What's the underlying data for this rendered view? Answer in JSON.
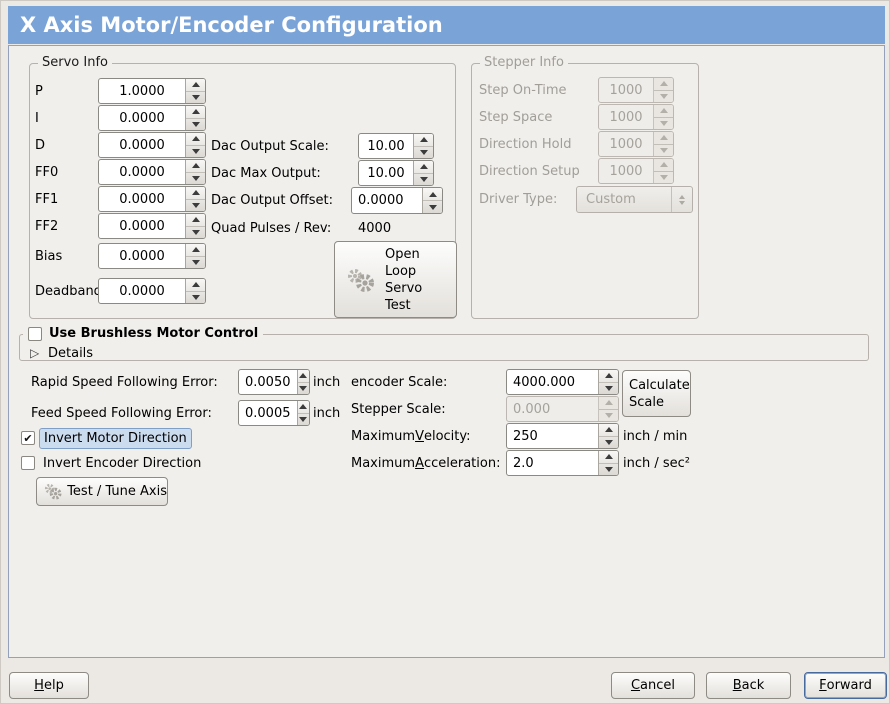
{
  "window": {
    "title": "X Axis Motor/Encoder Configuration"
  },
  "servo_info": {
    "legend": "Servo Info",
    "params": [
      {
        "label": "P",
        "value": "1.0000"
      },
      {
        "label": "I",
        "value": "0.0000"
      },
      {
        "label": "D",
        "value": "0.0000"
      },
      {
        "label": "FF0",
        "value": "0.0000"
      },
      {
        "label": "FF1",
        "value": "0.0000"
      },
      {
        "label": "FF2",
        "value": "0.0000"
      },
      {
        "label": "Bias",
        "value": "0.0000"
      },
      {
        "label": "Deadband",
        "value": "0.0000"
      }
    ],
    "dac_output_scale_label": "Dac Output Scale:",
    "dac_output_scale_value": "10.00",
    "dac_max_output_label": "Dac Max Output:",
    "dac_max_output_value": "10.00",
    "dac_output_offset_label": "Dac Output Offset:",
    "dac_output_offset_value": "0.0000",
    "quad_pulses_label": "Quad Pulses / Rev:",
    "quad_pulses_value": "4000",
    "open_loop_button_label": "Open\nLoop\nServo\nTest"
  },
  "stepper_info": {
    "legend": "Stepper Info",
    "params": [
      {
        "label": "Step On-Time",
        "value": "1000"
      },
      {
        "label": "Step Space",
        "value": "1000"
      },
      {
        "label": "Direction Hold",
        "value": "1000"
      },
      {
        "label": "Direction Setup",
        "value": "1000"
      }
    ],
    "driver_type_label": "Driver Type:",
    "driver_type_value": "Custom"
  },
  "brushless": {
    "checkbox_label": "Use Brushless Motor Control",
    "checkbox_checked": false,
    "details_label": "Details"
  },
  "following_error": {
    "rapid_label": "Rapid Speed Following Error:",
    "rapid_value": "0.0050",
    "rapid_unit": "inch",
    "feed_label": "Feed Speed Following Error:",
    "feed_value": "0.0005",
    "feed_unit": "inch"
  },
  "scales": {
    "encoder_scale_label": "encoder Scale:",
    "encoder_scale_value": "4000.000",
    "stepper_scale_label": "Stepper Scale:",
    "stepper_scale_value": "0.000",
    "calculate_button_label": "Calculate\nScale",
    "max_velocity_label": "Maximum Velocity:",
    "max_velocity_mnemonic": "V",
    "max_velocity_value": "250",
    "max_velocity_unit": "inch / min",
    "max_accel_label": "Maximum Acceleration:",
    "max_accel_mnemonic": "A",
    "max_accel_value": "2.0",
    "max_accel_unit": "inch / sec²"
  },
  "direction": {
    "invert_motor_label": "Invert Motor Direction",
    "invert_motor_checked": true,
    "invert_encoder_label": "Invert Encoder Direction",
    "invert_encoder_checked": false,
    "test_tune_button_label": "Test / Tune Axis"
  },
  "footer": {
    "help_label": "Help",
    "help_mnemonic": "H",
    "cancel_label": "Cancel",
    "cancel_mnemonic": "C",
    "back_label": "Back",
    "back_mnemonic": "B",
    "forward_label": "Forward",
    "forward_mnemonic": "F"
  },
  "colors": {
    "titlebar": "#7aa3d8",
    "focus_highlight": "#ccdcef",
    "disabled_text": "#a19e98"
  }
}
